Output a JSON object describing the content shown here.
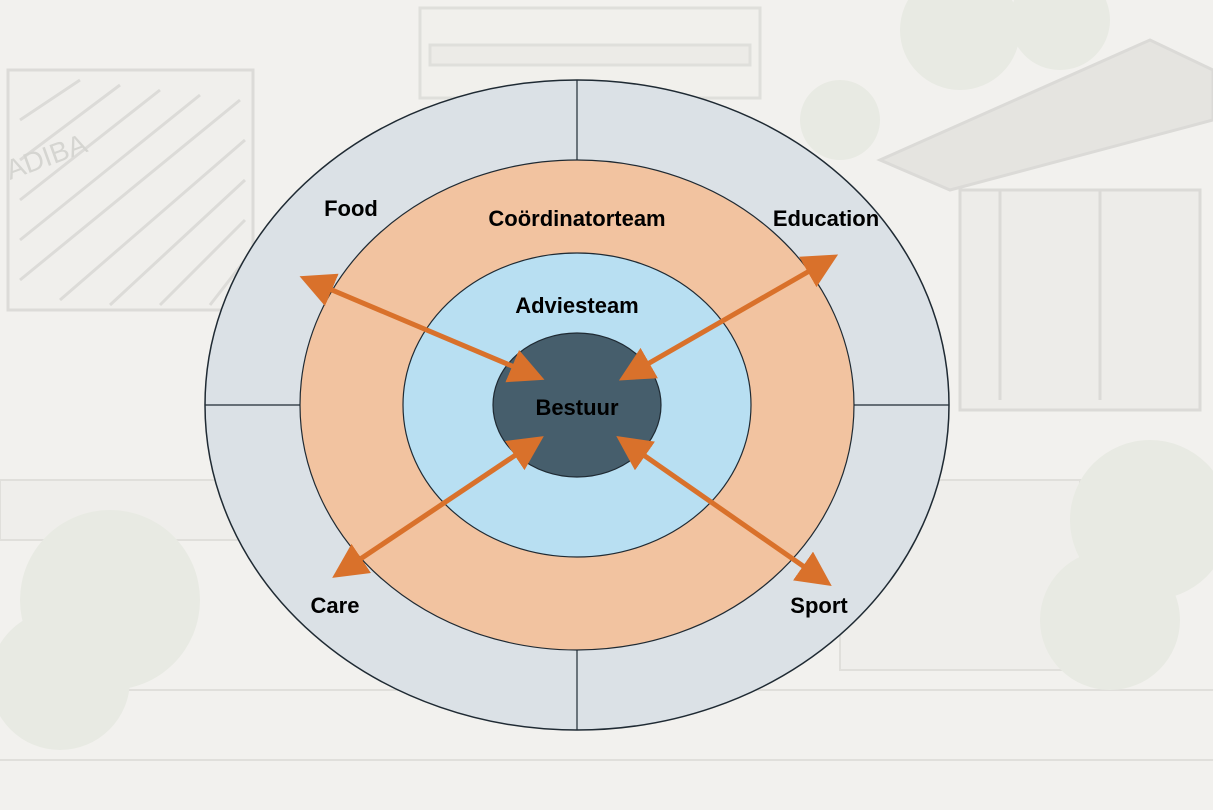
{
  "diagram": {
    "outer_ring": {
      "segments": [
        {
          "label": "Food"
        },
        {
          "label": "Education"
        },
        {
          "label": "Care"
        },
        {
          "label": "Sport"
        }
      ]
    },
    "middle_ring": {
      "label": "Coördinatorteam"
    },
    "inner_ring": {
      "label": "Adviesteam"
    },
    "center": {
      "label": "Bestuur"
    },
    "background_sign": "ADIBA"
  },
  "colors": {
    "outer_ring": "#dbe1e6",
    "middle_ring": "#f2c3a0",
    "inner_ring": "#b8dff2",
    "center": "#465e6c",
    "arrow": "#d9712b",
    "outline": "#1f2a33"
  }
}
